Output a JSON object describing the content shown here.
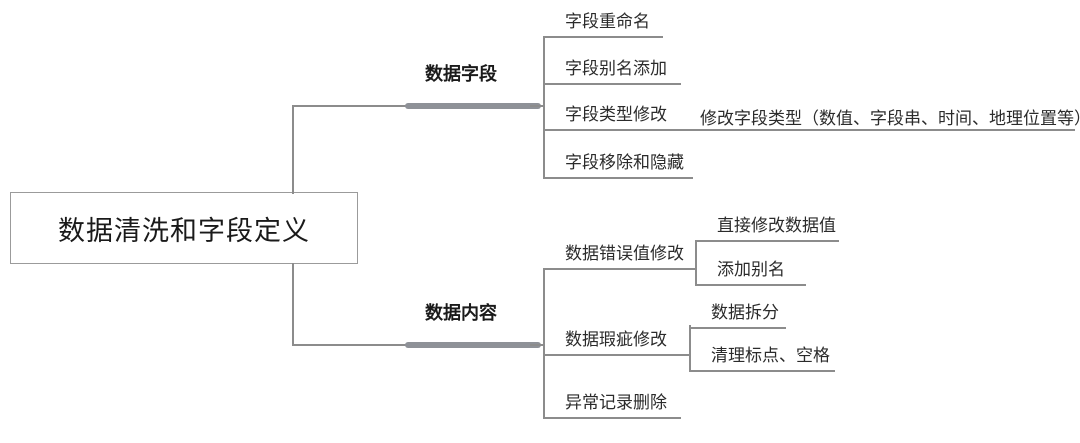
{
  "diagram": {
    "type": "mind-map",
    "root": {
      "label": "数据清洗和字段定义"
    },
    "branches": [
      {
        "label": "数据字段",
        "children": [
          {
            "label": "字段重命名",
            "note": ""
          },
          {
            "label": "字段别名添加",
            "note": ""
          },
          {
            "label": "字段类型修改",
            "note": "修改字段类型（数值、字段串、时间、地理位置等）"
          },
          {
            "label": "字段移除和隐藏",
            "note": ""
          }
        ]
      },
      {
        "label": "数据内容",
        "children": [
          {
            "label": "数据错误值修改",
            "grandchildren": [
              {
                "label": "直接修改数据值"
              },
              {
                "label": "添加别名"
              }
            ]
          },
          {
            "label": "数据瑕疵修改",
            "grandchildren": [
              {
                "label": "数据拆分"
              },
              {
                "label": "清理标点、空格"
              }
            ]
          },
          {
            "label": "异常记录删除",
            "grandchildren": []
          }
        ]
      }
    ],
    "colors": {
      "line": "#8c8c8c",
      "branch_bar": "#8e9197",
      "text": "#1a1a1a",
      "box_border": "#9b9b9b",
      "background": "#ffffff"
    }
  }
}
